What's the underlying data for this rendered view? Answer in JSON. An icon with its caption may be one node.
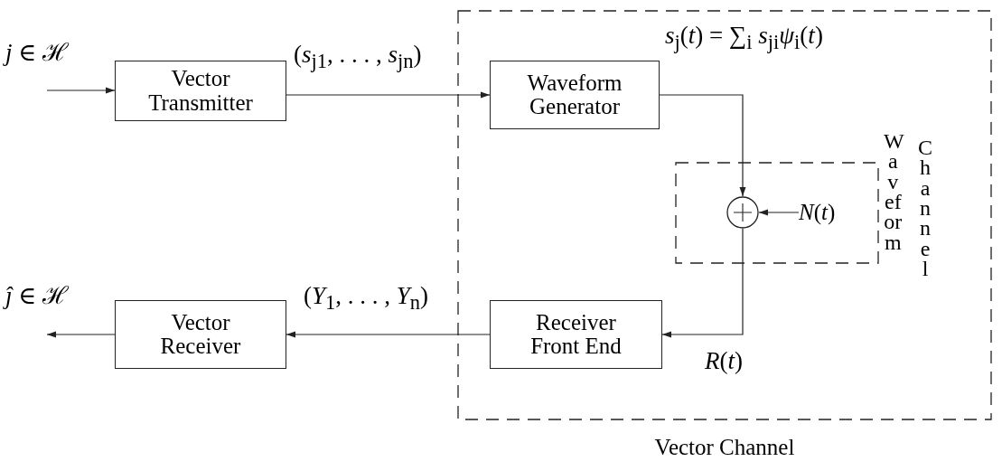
{
  "diagram": {
    "nodes": [
      {
        "text": [
          "Vector Channel"
        ]
      },
      {
        "text": [
          "Vector Transmitter"
        ]
      },
      {
        "text": [
          "Waveform Generator"
        ],
        "in": 0
      },
      {
        "text": [
          "Waveform",
          "Channel"
        ],
        "in": 0
      },
      {
        "text": [],
        "shape": "circle",
        "in": 3
      },
      {
        "text": [
          "*N*(*t*)"
        ],
        "in": 3
      },
      {
        "text": [
          "Receiver Front End"
        ],
        "in": 0
      },
      {
        "text": [
          "Vector Receiver"
        ]
      }
    ],
    "edges": [
      {
        "from": null,
        "to": 1,
        "arrow": "to",
        "label": "*j* ∈ ℋ"
      },
      {
        "from": 1,
        "to": 2,
        "arrow": "to",
        "label": "(*s*$_{j1}$, . . . , *s*$_{jn}$)"
      },
      {
        "from": 2,
        "to": 4,
        "arrow": "to",
        "label": "*s*$_{j}$(*t*) = ∑$_{i}$ *s*$_{ji}$*ψ*$_{i}$(*t*)"
      },
      {
        "from": 5,
        "to": 4,
        "arrow": "to"
      },
      {
        "from": 4,
        "to": 6,
        "arrow": "to",
        "label": "*R*(*t*)"
      },
      {
        "from": 6,
        "to": 7,
        "arrow": "to",
        "label": "(*Y*$_{1}$, . . . , *Y*$_{n}$)"
      },
      {
        "from": 7,
        "to": null,
        "arrow": "to",
        "label": "*ĵ* ∈ ℋ"
      }
    ]
  }
}
